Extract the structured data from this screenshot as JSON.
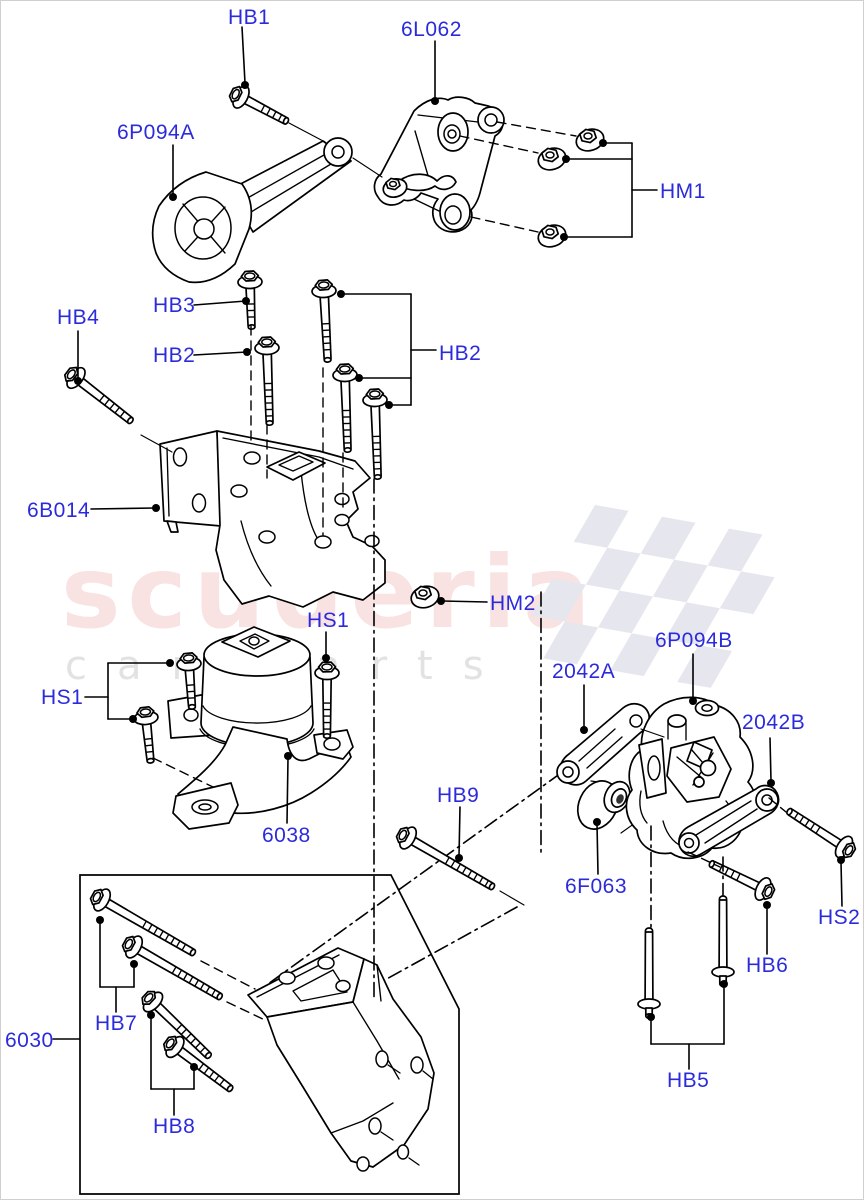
{
  "page": {
    "type": "exploded-parts-diagram",
    "subject": "engine mounting components"
  },
  "watermark": {
    "brand": "scuderia",
    "tagline": "car parts"
  },
  "colors": {
    "label_blue": "#2b2bdb",
    "wm_pink": "#f8e2e2",
    "wm_gray": "#e2e2e2",
    "flag_gray": "#e6e6ee",
    "line_black": "#000000"
  },
  "labels": [
    {
      "text": "HB1"
    },
    {
      "text": "6L062"
    },
    {
      "text": "6P094A"
    },
    {
      "text": "HM1"
    },
    {
      "text": "HB3"
    },
    {
      "text": "HB4"
    },
    {
      "text": "HB2"
    },
    {
      "text": "HB2"
    },
    {
      "text": "6B014"
    },
    {
      "text": "HM2"
    },
    {
      "text": "HS1"
    },
    {
      "text": "HS1"
    },
    {
      "text": "2042A"
    },
    {
      "text": "6P094B"
    },
    {
      "text": "2042B"
    },
    {
      "text": "6038"
    },
    {
      "text": "HB9"
    },
    {
      "text": "6F063"
    },
    {
      "text": "HS2"
    },
    {
      "text": "HB6"
    },
    {
      "text": "HB5"
    },
    {
      "text": "6030"
    },
    {
      "text": "HB7"
    },
    {
      "text": "HB8"
    }
  ]
}
